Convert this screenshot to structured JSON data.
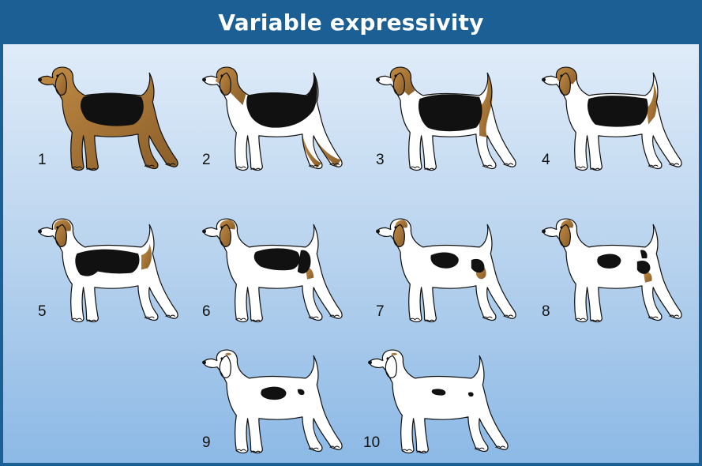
{
  "title": "Variable expressivity",
  "colors": {
    "header": "#1b5f94",
    "tan": "#b07c3a",
    "black": "#111111",
    "white": "#ffffff"
  },
  "dogs": [
    {
      "label": "1"
    },
    {
      "label": "2"
    },
    {
      "label": "3"
    },
    {
      "label": "4"
    },
    {
      "label": "5"
    },
    {
      "label": "6"
    },
    {
      "label": "7"
    },
    {
      "label": "8"
    },
    {
      "label": "9"
    },
    {
      "label": "10"
    }
  ]
}
